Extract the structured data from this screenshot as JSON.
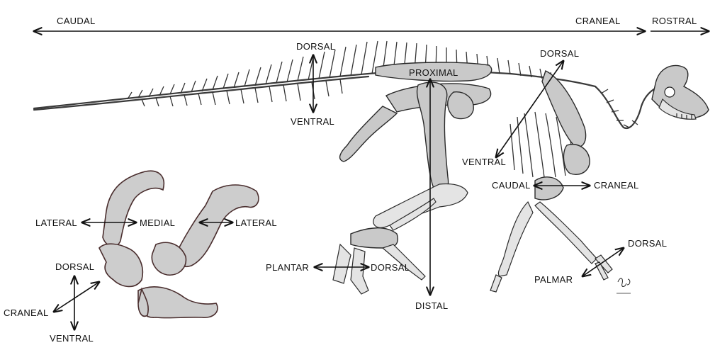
{
  "labels": {
    "caudal_top": "CAUDAL",
    "craneal_top": "CRANEAL",
    "rostral": "ROSTRAL",
    "dorsal_tail": "DORSAL",
    "ventral_tail": "VENTRAL",
    "proximal": "PROXIMAL",
    "distal": "DISTAL",
    "dorsal_chest": "DORSAL",
    "ventral_chest": "VENTRAL",
    "caudal_mid": "CAUDAL",
    "craneal_mid": "CRANEAL",
    "plantar": "PLANTAR",
    "dorsal_foot": "DORSAL",
    "dorsal_hand": "DORSAL",
    "palmar": "PALMAR",
    "lateral_left": "LATERAL",
    "medial": "MEDIAL",
    "lateral_right": "LATERAL",
    "dorsal_pelvis": "DORSAL",
    "craneal_pelvis": "CRANEAL",
    "ventral_pelvis": "VENTRAL"
  },
  "icons": {
    "skeleton": "hadrosaur-skeleton-illustration",
    "pelvis": "pelvis-bones-illustration",
    "signature": "artist-signature"
  }
}
